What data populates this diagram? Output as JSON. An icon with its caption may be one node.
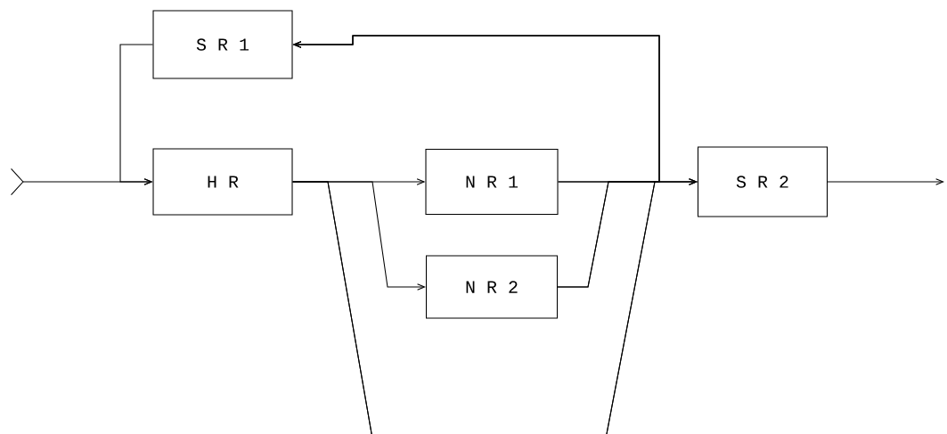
{
  "diagram": {
    "nodes": [
      {
        "text": [
          "S R 1"
        ]
      },
      {
        "text": [
          "H R"
        ]
      },
      {
        "text": [
          "N R 1"
        ]
      },
      {
        "text": [
          "N R 2"
        ]
      },
      {
        "text": [
          "S R 2"
        ]
      }
    ],
    "edges": [
      {
        "from": null,
        "to": 1,
        "arrow": "to"
      },
      {
        "from": 0,
        "to": 1,
        "arrow": "to"
      },
      {
        "from": 1,
        "to": 2,
        "arrow": "to"
      },
      {
        "from": 1,
        "to": 3,
        "arrow": "to"
      },
      {
        "from": 1,
        "to": 4,
        "arrow": "to"
      },
      {
        "from": 2,
        "to": 4,
        "arrow": "to"
      },
      {
        "from": 3,
        "to": 4,
        "arrow": "to"
      },
      {
        "from": 2,
        "to": 0,
        "arrow": "to"
      },
      {
        "from": 3,
        "to": 0,
        "arrow": "to"
      },
      {
        "from": 1,
        "to": 0,
        "arrow": "to"
      },
      {
        "from": 4,
        "to": null,
        "arrow": "to"
      }
    ]
  }
}
